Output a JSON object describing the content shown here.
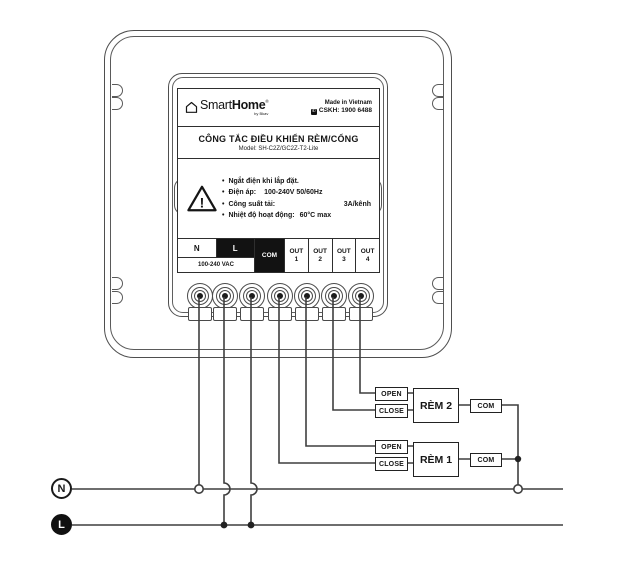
{
  "device_label": {
    "brand": {
      "smart": "Smart",
      "home": "Home",
      "reg": "®",
      "tagline": "by Bkav"
    },
    "made_in": "Made in Vietnam",
    "hotline": "CSKH: 1900 6488",
    "title": "CÔNG TẮC ĐIỀU KHIỂN RÈM/CỔNG",
    "model": "Model: SH-C2Z/GC2Z-T2-Lite",
    "warning_mark": "!",
    "bullet": "•",
    "specs": [
      {
        "label": "Ngắt điện khi lắp đặt.",
        "value": ""
      },
      {
        "label": "Điện áp:",
        "value": "100-240V 50/60Hz"
      },
      {
        "label": "Công suất tải:",
        "value": "3A/kênh"
      },
      {
        "label": "Nhiệt độ hoạt động:",
        "value": "60°C max"
      }
    ],
    "terminals": {
      "n": "N",
      "l": "L",
      "com": "COM",
      "vac": "100-240 VAC",
      "outs": [
        {
          "t": "OUT",
          "n": "1"
        },
        {
          "t": "OUT",
          "n": "2"
        },
        {
          "t": "OUT",
          "n": "3"
        },
        {
          "t": "OUT",
          "n": "4"
        }
      ]
    }
  },
  "wiring": {
    "motors": [
      {
        "name": "RÈM 2",
        "open": "OPEN",
        "close": "CLOSE",
        "com": "COM"
      },
      {
        "name": "RÈM 1",
        "open": "OPEN",
        "close": "CLOSE",
        "com": "COM"
      }
    ],
    "supply": {
      "neutral": "N",
      "live": "L"
    }
  },
  "colors": {
    "line": "#3f3f3f",
    "black_cell": "#121212",
    "paper": "#ffffff"
  }
}
